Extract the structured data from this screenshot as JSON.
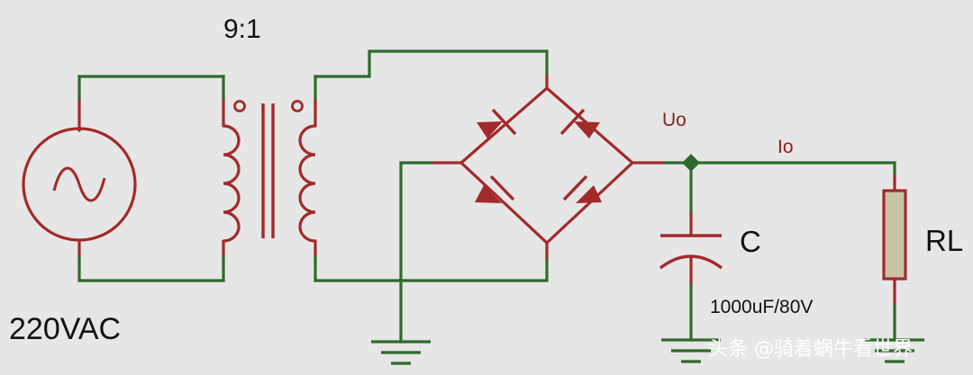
{
  "labels": {
    "ratio": "9:1",
    "source": "220VAC",
    "uo": "Uo",
    "io": "Io",
    "cap": "C",
    "cap_value": "1000uF/80V",
    "load": "RL"
  },
  "watermark": "头条 @骑着蜗牛看世界",
  "colors": {
    "wire": "#2f6b2a",
    "component": "#a22a2a",
    "background": "#e6e6e6"
  }
}
